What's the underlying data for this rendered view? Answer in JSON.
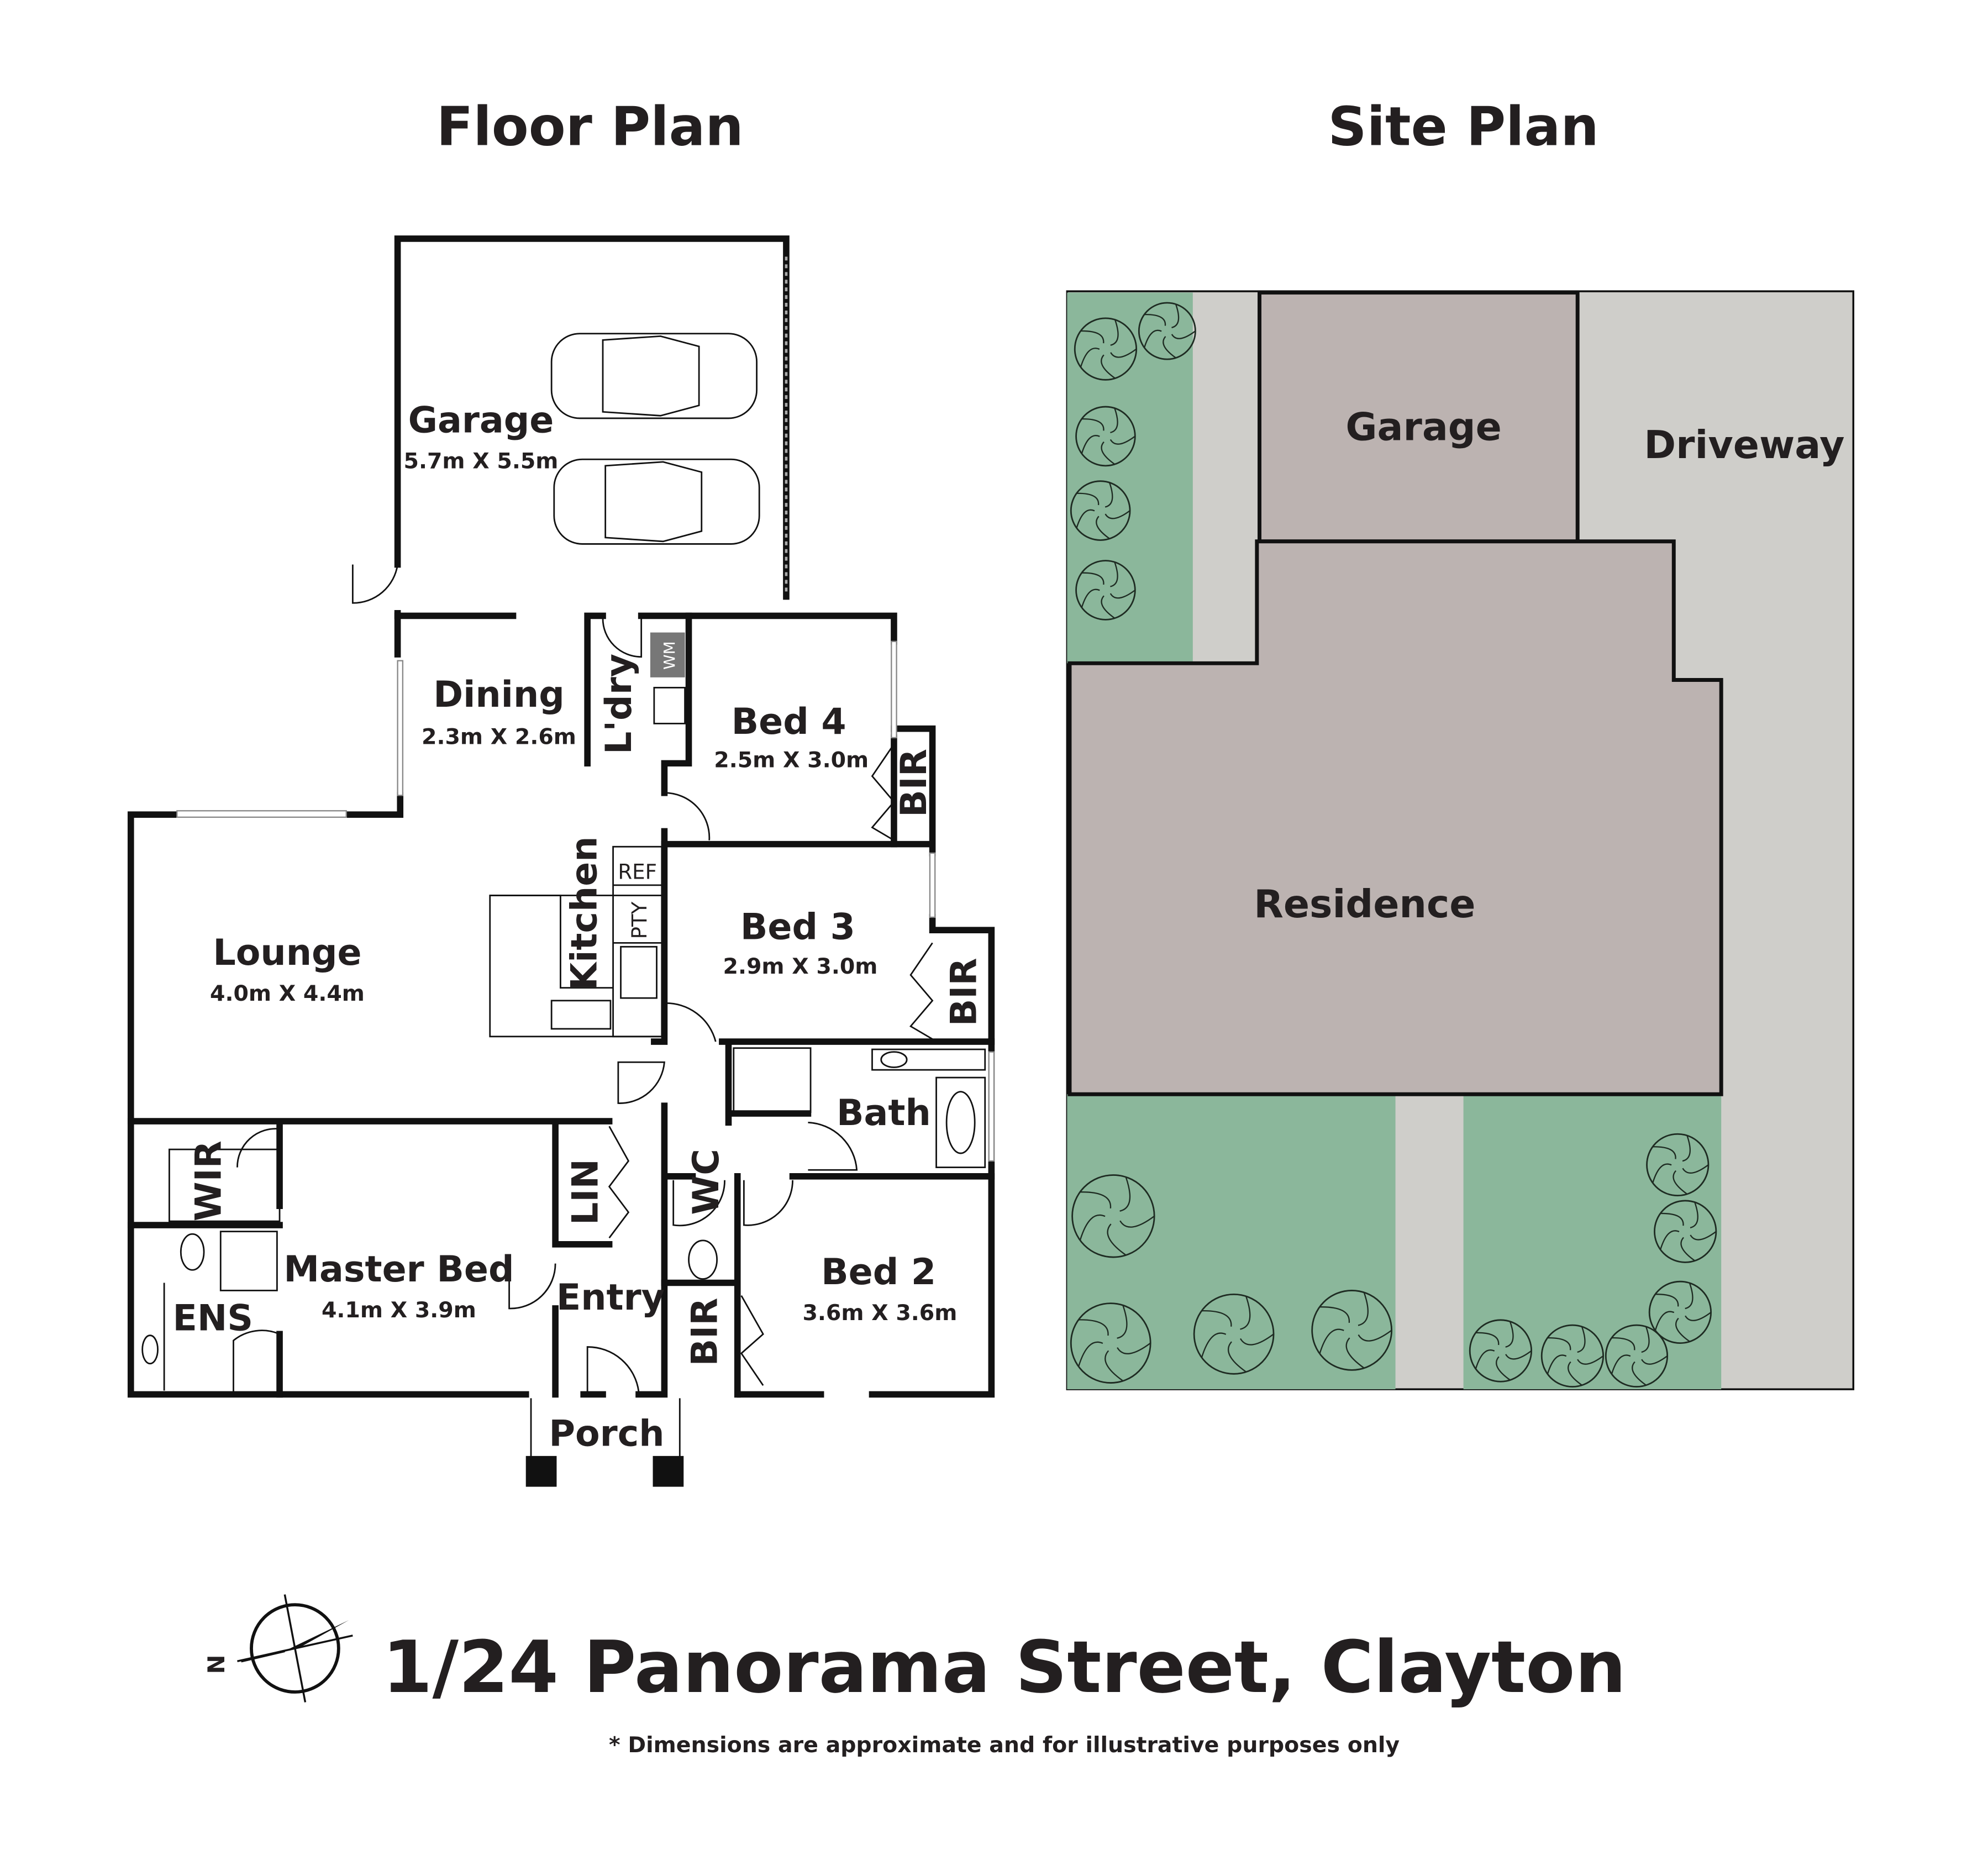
{
  "titles": {
    "floor_plan": "Floor Plan",
    "site_plan": "Site Plan"
  },
  "floor_plan": {
    "rooms": {
      "garage": {
        "name": "Garage",
        "dims": "5.7m X 5.5m"
      },
      "dining": {
        "name": "Dining",
        "dims": "2.3m X 2.6m"
      },
      "laundry": {
        "name": "L'dry"
      },
      "washing_machine": {
        "name": "WM"
      },
      "bed4": {
        "name": "Bed 4",
        "dims": "2.5m X 3.0m"
      },
      "bed4_bir": {
        "name": "BIR"
      },
      "lounge": {
        "name": "Lounge",
        "dims": "4.0m X 4.4m"
      },
      "kitchen": {
        "name": "Kitchen"
      },
      "ref": {
        "name": "REF"
      },
      "pty": {
        "name": "PTY"
      },
      "bed3": {
        "name": "Bed 3",
        "dims": "2.9m X 3.0m"
      },
      "bed3_bir": {
        "name": "BIR"
      },
      "bath": {
        "name": "Bath"
      },
      "wir": {
        "name": "WIR"
      },
      "ens": {
        "name": "ENS"
      },
      "master": {
        "name": "Master Bed",
        "dims": "4.1m X 3.9m"
      },
      "lin": {
        "name": "LIN"
      },
      "wc": {
        "name": "WC"
      },
      "entry": {
        "name": "Entry"
      },
      "bed2": {
        "name": "Bed 2",
        "dims": "3.6m X 3.6m"
      },
      "bed2_bir": {
        "name": "BIR"
      },
      "porch": {
        "name": "Porch"
      }
    }
  },
  "site_plan": {
    "labels": {
      "garage": "Garage",
      "driveway": "Driveway",
      "residence": "Residence"
    },
    "colors": {
      "garden": "#8bb79b",
      "paving": "#cfceca",
      "building": "#bcb3b1",
      "outline": "#111111"
    }
  },
  "compass": {
    "north_label": "N"
  },
  "address": "1/24 Panorama Street, Clayton",
  "disclaimer": "* Dimensions are approximate and for illustrative purposes only"
}
